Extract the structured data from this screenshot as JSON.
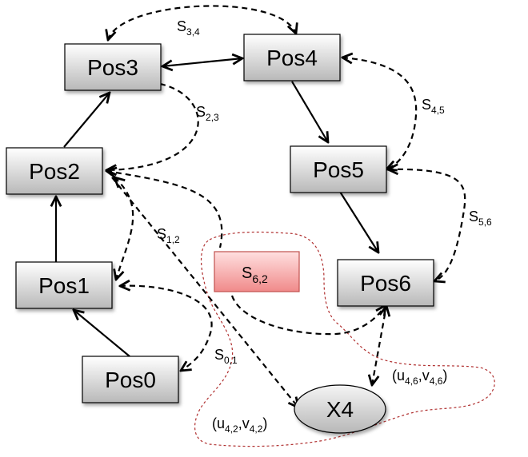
{
  "nodes": {
    "pos0": "Pos0",
    "pos1": "Pos1",
    "pos2": "Pos2",
    "pos3": "Pos3",
    "pos4": "Pos4",
    "pos5": "Pos5",
    "pos6": "Pos6",
    "x4": "X4"
  },
  "edge_labels": {
    "s01": {
      "base": "S",
      "sub": "0,1"
    },
    "s12": {
      "base": "S",
      "sub": "1,2"
    },
    "s23": {
      "base": "S",
      "sub": "2,3"
    },
    "s34": {
      "base": "S",
      "sub": "3,4"
    },
    "s45": {
      "base": "S",
      "sub": "4,5"
    },
    "s56": {
      "base": "S",
      "sub": "5,6"
    },
    "s62": {
      "base": "S",
      "sub": "6,2"
    }
  },
  "observation_labels": {
    "uv42": {
      "open": "(u",
      "u_sub": "4,2",
      "mid": ",v",
      "v_sub": "4,2",
      "close": ")"
    },
    "uv46": {
      "open": "(u",
      "u_sub": "4,6",
      "mid": ",v",
      "v_sub": "4,6",
      "close": ")"
    }
  },
  "colors": {
    "node_gradient_top": "#ffffff",
    "node_gradient_bottom": "#b8b8b8",
    "highlight_top": "#ffe0e0",
    "highlight_bottom": "#f08a8a",
    "highlight_border": "#c0504d",
    "region_outline": "#b03030"
  }
}
